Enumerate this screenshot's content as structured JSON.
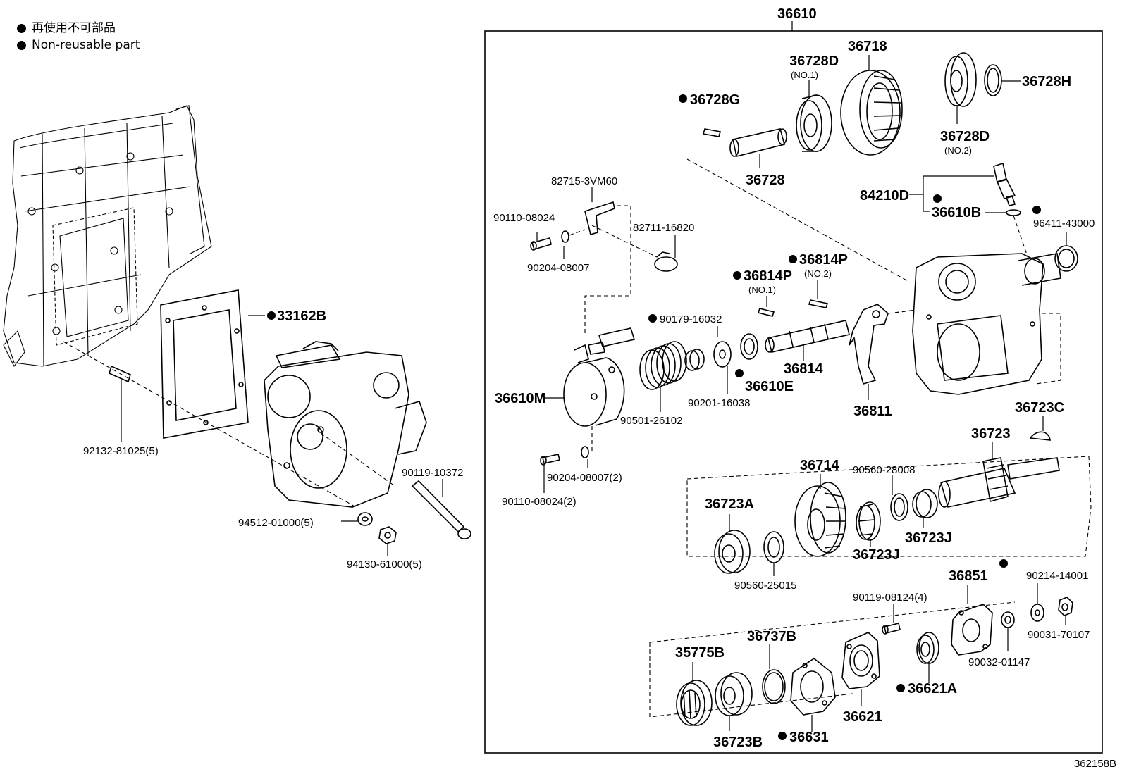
{
  "legend": {
    "jp": "再使用不可部品",
    "en": "Non-reusable part"
  },
  "diagram_code": "362158B",
  "assembly": {
    "number": "36610"
  },
  "labels": {
    "p33162B": "33162B",
    "p92132": "92132-81025(5)",
    "p90119_10372": "90119-10372",
    "p94512": "94512-01000(5)",
    "p94130": "94130-61000(5)",
    "p36728G": "36728G",
    "p36728D1": "36728D",
    "p36728D1sub": "(NO.1)",
    "p36718": "36718",
    "p36728": "36728",
    "p36728H": "36728H",
    "p36728D2": "36728D",
    "p36728D2sub": "(NO.2)",
    "p82715": "82715-3VM60",
    "p90110_08024": "90110-08024",
    "p82711": "82711-16820",
    "p90204_08007": "90204-08007",
    "p84210D": "84210D",
    "p36610B": "36610B",
    "p96411": "96411-43000",
    "p36814P1": "36814P",
    "p36814P1sub": "(NO.1)",
    "p36814P2": "36814P",
    "p36814P2sub": "(NO.2)",
    "p90179": "90179-16032",
    "p36610E": "36610E",
    "p36814": "36814",
    "p36610M": "36610M",
    "p90201": "90201-16038",
    "p90501": "90501-26102",
    "p36811": "36811",
    "p36723C": "36723C",
    "p36723": "36723",
    "p90204_2": "90204-08007(2)",
    "p90110_2": "90110-08024(2)",
    "p36714": "36714",
    "p90560_28008": "90560-28008",
    "p36723A": "36723A",
    "p36723J1": "36723J",
    "p36723J2": "36723J",
    "p90560_25015": "90560-25015",
    "p36851": "36851",
    "p90214": "90214-14001",
    "p90119_08124": "90119-08124(4)",
    "p90031": "90031-70107",
    "p90032": "90032-01147",
    "p35775B": "35775B",
    "p36737B": "36737B",
    "p36621A": "36621A",
    "p36621": "36621",
    "p36723B": "36723B",
    "p36631": "36631"
  }
}
